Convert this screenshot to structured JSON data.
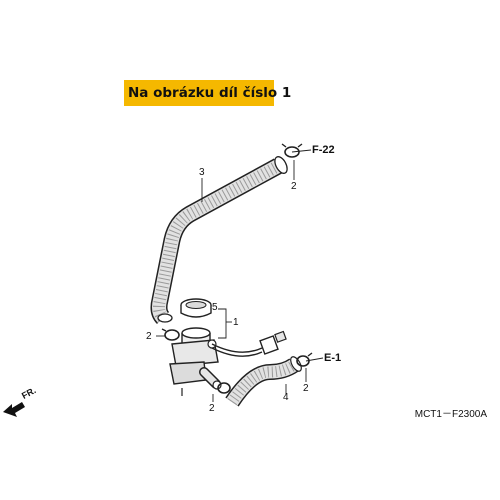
{
  "banner": {
    "text": "Na obrázku díl číslo 1",
    "color": "#f5b800"
  },
  "part_numbers": {
    "hose_upper": "3",
    "clip_upper": "2",
    "cap": "5",
    "valve_assembly": "1",
    "clip_valve_left": "2",
    "clip_valve_bottom": "2",
    "hose_lower": "4",
    "clip_lower_right": "2"
  },
  "references": {
    "upper": "F-22",
    "lower": "E-1"
  },
  "direction": {
    "label": "FR."
  },
  "drawing_code": "MCT1－F2300A"
}
